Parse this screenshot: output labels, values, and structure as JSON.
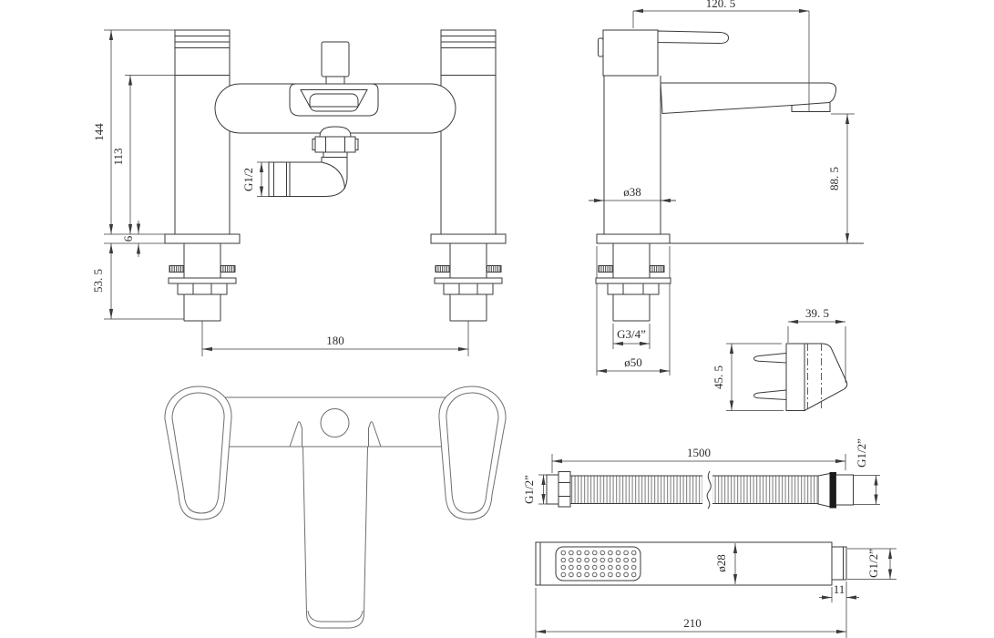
{
  "drawing": {
    "type": "technical-dimension-drawing",
    "subject": "bath shower mixer tap",
    "background": "#ffffff",
    "line_color": "#3a3a3a",
    "front_view": {
      "dims": {
        "total_height": "144",
        "body_height": "113",
        "deck_thickness": "6",
        "under_deck_length": "53. 5",
        "tap_centres": "180",
        "outlet_thread": "G1/2"
      }
    },
    "side_view": {
      "dims": {
        "projection": "120. 5",
        "spout_height": "88. 5",
        "pillar_diameter": "ø38",
        "inlet_thread": "G3/4”",
        "base_diameter": "ø50"
      }
    },
    "bracket_view": {
      "dims": {
        "width": "39. 5",
        "height": "45. 5"
      }
    },
    "hose_view": {
      "dims": {
        "length": "1500",
        "left_thread": "G1/2”",
        "right_thread": "G1/2”"
      }
    },
    "handset_view": {
      "dims": {
        "length": "210",
        "diameter": "ø28",
        "connector_length": "11",
        "thread": "G1/2”"
      }
    }
  }
}
